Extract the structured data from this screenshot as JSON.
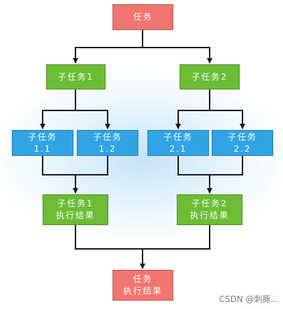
{
  "root": {
    "label": "任务"
  },
  "subtask1": {
    "label": "子任务1"
  },
  "subtask2": {
    "label": "子任务2"
  },
  "leaf_1_1": {
    "line1": "子任务",
    "line2": "1.1"
  },
  "leaf_1_2": {
    "line1": "子任务",
    "line2": "1.2"
  },
  "leaf_2_1": {
    "line1": "子任务",
    "line2": "2.1"
  },
  "leaf_2_2": {
    "line1": "子任务",
    "line2": "2.2"
  },
  "result1": {
    "line1": "子任务1",
    "line2": "执行结果"
  },
  "result2": {
    "line1": "子任务2",
    "line2": "执行结果"
  },
  "final": {
    "line1": "任务",
    "line2": "执行结果"
  },
  "watermark": "CSDN @刺豚..."
}
